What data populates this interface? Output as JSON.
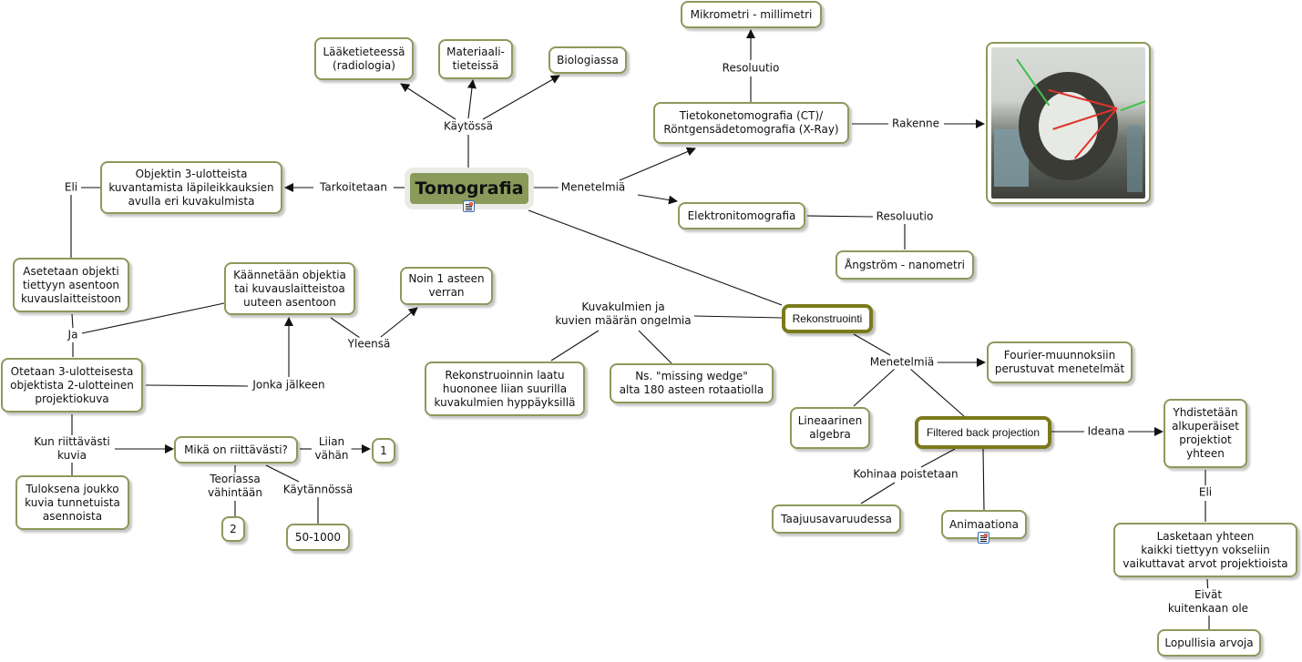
{
  "title": "Tomografia",
  "colors": {
    "root_fill": "#8a9a5b",
    "node_border": "#8a9a5b",
    "highlight_border": "#7a7a1c",
    "line": "#111111"
  },
  "nodes": {
    "root": "Tomografia",
    "laaketieteessa": "Lääketieteessä\n(radiologia)",
    "materiaali": "Materiaali-\ntieteissä",
    "biologiassa": "Biologiassa",
    "mikrometri": "Mikrometri - millimetri",
    "ct": "Tietokonetomografia (CT)/\nRöntgensädetomografia (X-Ray)",
    "ct_image": "CT scanner gantry photo",
    "elektroni": "Elektronitomografia",
    "angstrom": "Ångström - nanometri",
    "objektin": "Objektin 3-ulotteista\nkuvantamista läpileikkauksien\navulla eri kuvakulmista",
    "asetetaan": "Asetetaan objekti\ntiettyyn asentoon\nkuvauslaitteistoon",
    "kaannetaan": "Käännetään objektia\ntai kuvauslaitteistoa\nuuteen asentoon",
    "noin1": "Noin 1 asteen\nverran",
    "otetaan": "Otetaan 3-ulotteisesta\nobjektista 2-ulotteinen\nprojektiokuva",
    "mika": "Mikä on riittävästi?",
    "one": "1",
    "two": "2",
    "range": "50-1000",
    "tuloksena": "Tuloksena joukko\nkuvia tunnetuista\nasennoista",
    "rekonstruointi": "Rekonstruointi",
    "laatu": "Rekonstruoinnin laatu\nhuononee liian suurilla\nkuvakulmien hyppäyksillä",
    "missing": "Ns. \"missing wedge\"\nalta 180 asteen rotaatiolla",
    "fourier": "Fourier-muunnoksiin\nperustuvat menetelmät",
    "lineaarinen": "Lineaarinen\nalgebra",
    "fbp": "Filtered back projection",
    "taajuus": "Taajuusavaruudessa",
    "animaationa": "Animaationa",
    "yhdistetaan": "Yhdistetään\nalkuperäiset\nprojektiot\nyhteen",
    "lasketaan": "Lasketaan yhteen\nkaikki tiettyyn vokseliin\nvaikuttavat arvot projektioista",
    "lopullisia": "Lopullisia arvoja"
  },
  "link_labels": {
    "kaytossa": "Käytössä",
    "resoluutio_ct": "Resoluutio",
    "rakenne": "Rakenne",
    "menetelmia_root": "Menetelmiä",
    "resoluutio_el": "Resoluutio",
    "tarkoitetaan": "Tarkoitetaan",
    "eli_left": "Eli",
    "ja": "Ja",
    "yleensa": "Yleensä",
    "jonka": "Jonka jälkeen",
    "kun": "Kun riittävästi\nkuvia",
    "liian": "Liian\nvähän",
    "teoriassa": "Teoriassa\nvähintään",
    "kaytannossa": "Käytännössä",
    "kuvakulmien": "Kuvakulmien ja\nkuvien määrän ongelmia",
    "menetelmia_rek": "Menetelmiä",
    "kohinaa": "Kohinaa poistetaan",
    "ideana": "Ideana",
    "eli_right": "Eli",
    "eivat": "Eivät kuitenkaan ole"
  },
  "icons": {
    "resource": "document-resource-icon"
  }
}
